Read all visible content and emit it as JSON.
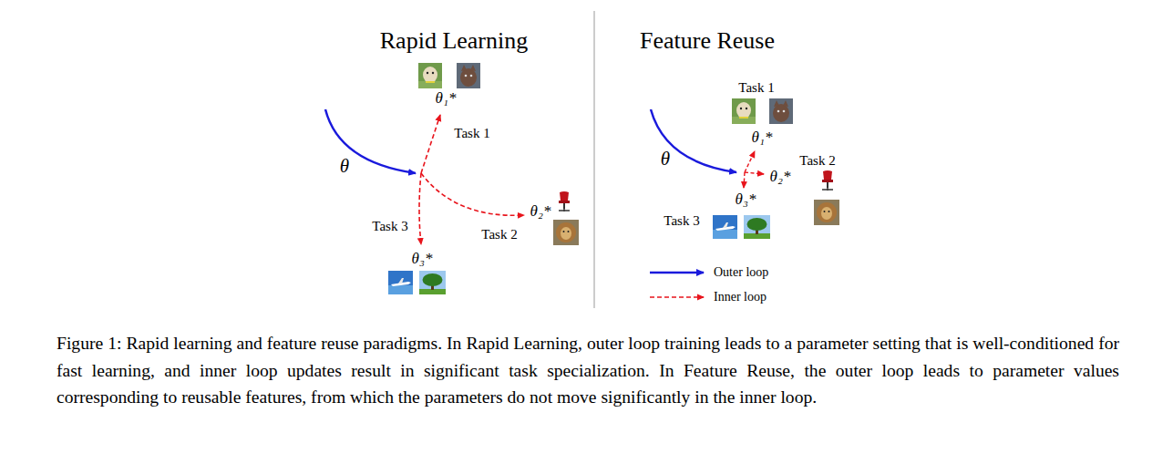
{
  "diagram": {
    "caption": "Figure 1: Rapid learning and feature reuse paradigms. In Rapid Learning, outer loop training leads to a parameter setting that is well-conditioned for fast learning, and inner loop updates result in significant task specialization. In Feature Reuse, the outer loop leads to parameter values corresponding to reusable features, from which the parameters do not move significantly in the inner loop.",
    "labels": [
      "Rapid Learning",
      "Feature Reuse",
      "θ",
      "θ₁*",
      "Task 1",
      "θ₂*",
      "Task 2",
      "Task 3",
      "θ₃*",
      "Task 1",
      "θ₁*",
      "θ",
      "Task 2",
      "θ₂*",
      "θ₃*",
      "Task 3"
    ],
    "legend": [
      {
        "text": "Outer loop"
      },
      {
        "text": "Inner loop"
      }
    ]
  }
}
